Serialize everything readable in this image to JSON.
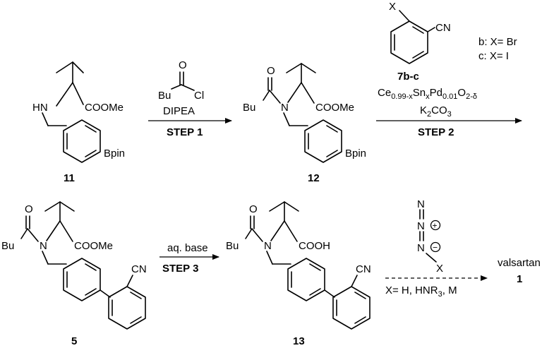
{
  "compounds": [
    {
      "id": "11",
      "label": "11"
    },
    {
      "id": "12",
      "label": "12"
    },
    {
      "id": "5",
      "label": "5"
    },
    {
      "id": "13",
      "label": "13"
    },
    {
      "id": "1",
      "label": "1"
    },
    {
      "id": "7b-c",
      "label": "7b-c"
    }
  ],
  "atoms": {
    "hn": "HN",
    "coome": "COOMe",
    "cooh": "COOH",
    "bpin": "Bpin",
    "bu": "Bu",
    "n": "N",
    "o": "O",
    "cl": "Cl",
    "cn": "CN",
    "x": "X",
    "plus": "+",
    "minus": "−"
  },
  "product": {
    "name": "valsartan",
    "number": "1"
  },
  "steps": [
    {
      "id": "step1",
      "label": "STEP 1",
      "reagents": [
        "DIPEA"
      ]
    },
    {
      "id": "step2",
      "label": "STEP 2",
      "reagents": [
        "K2CO3"
      ],
      "catalyst": "Ce0.99-xSnxPd0.01O2-δ"
    },
    {
      "id": "step3",
      "label": "STEP 3",
      "reagents": [
        "aq. base"
      ]
    },
    {
      "id": "step4",
      "label": "",
      "reagents": [
        "X= H, HNR3, M"
      ]
    }
  ],
  "halide_options": [
    "b: X= Br",
    "c: X= I"
  ],
  "catalyst_parts": {
    "ce": "Ce",
    "ce_sub": "0.99-x",
    "sn": "Sn",
    "sn_sub": "x",
    "pd": "Pd",
    "pd_sub": "0.01",
    "o": "O",
    "o_sub": "2-δ"
  },
  "k2co3_parts": {
    "k": "K",
    "k_sub": "2",
    "co": "CO",
    "co_sub": "3"
  },
  "azide_condition": {
    "pre": "X= H, HNR",
    "sub": "3",
    "post": ", M"
  }
}
